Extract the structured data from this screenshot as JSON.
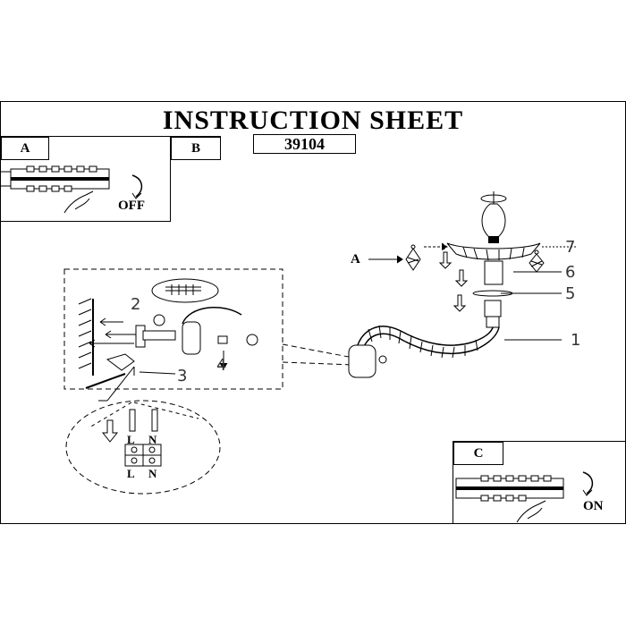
{
  "title": "INSTRUCTION SHEET",
  "model_code": "39104",
  "labels": {
    "a": "A",
    "b": "B",
    "c": "C"
  },
  "callouts": {
    "a_part": "A",
    "n1": "1",
    "n2": "2",
    "n3": "3",
    "n4": "4",
    "n5": "5",
    "n6": "6",
    "n7": "7"
  },
  "switch": {
    "off": "OFF",
    "on": "ON"
  },
  "wiring": {
    "l_top": "L",
    "n_top": "N",
    "l_bottom": "L",
    "n_bottom": "N"
  }
}
